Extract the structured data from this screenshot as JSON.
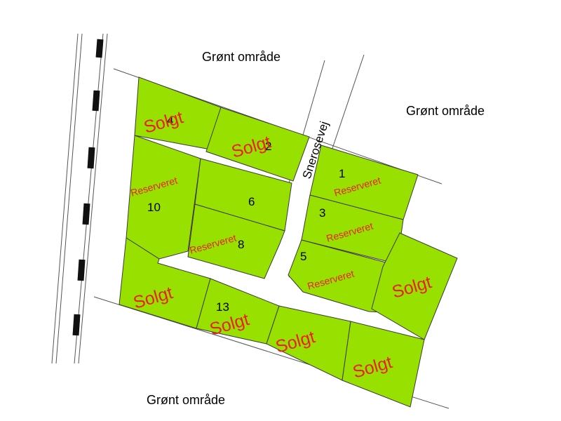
{
  "colors": {
    "plot_fill": "#98e000",
    "status_text": "#e8231e",
    "outline": "#3a3a3a",
    "rail_dash": "#111111"
  },
  "areas": {
    "green_top": "Grønt område",
    "green_right": "Grønt område",
    "green_bottom": "Grønt område"
  },
  "road": {
    "name": "Snerosevej"
  },
  "plots": [
    {
      "number": "4",
      "status": "Solgt"
    },
    {
      "number": "2",
      "status": "Solgt"
    },
    {
      "number": "1",
      "status": "Reserveret"
    },
    {
      "number": "10",
      "status": "Reserveret"
    },
    {
      "number": "6",
      "status": ""
    },
    {
      "number": "3",
      "status": "Reserveret"
    },
    {
      "number": "8",
      "status": "Reserveret"
    },
    {
      "number": "5",
      "status": "Reserveret"
    },
    {
      "number": "",
      "status": "Solgt"
    },
    {
      "number": "13",
      "status": "Solgt"
    },
    {
      "number": "",
      "status": "Solgt"
    },
    {
      "number": "",
      "status": "Solgt"
    },
    {
      "number": "",
      "status": "Solgt"
    }
  ]
}
